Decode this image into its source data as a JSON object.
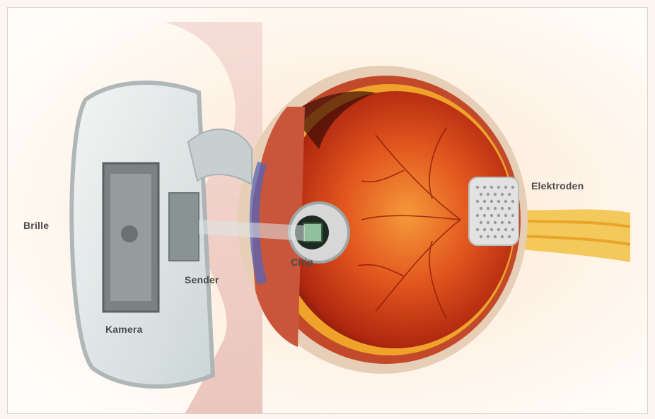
{
  "labels": {
    "brille": "Brille",
    "kamera": "Kamera",
    "sender": "Sender",
    "chip": "Chip",
    "elektroden": "Elektroden"
  },
  "colors": {
    "background": "#fffdf9",
    "retina": "#d9461c",
    "sclera": "#e9d8c4",
    "lens_frame": "#9ea6a8",
    "nerve": "#f3c44b"
  }
}
